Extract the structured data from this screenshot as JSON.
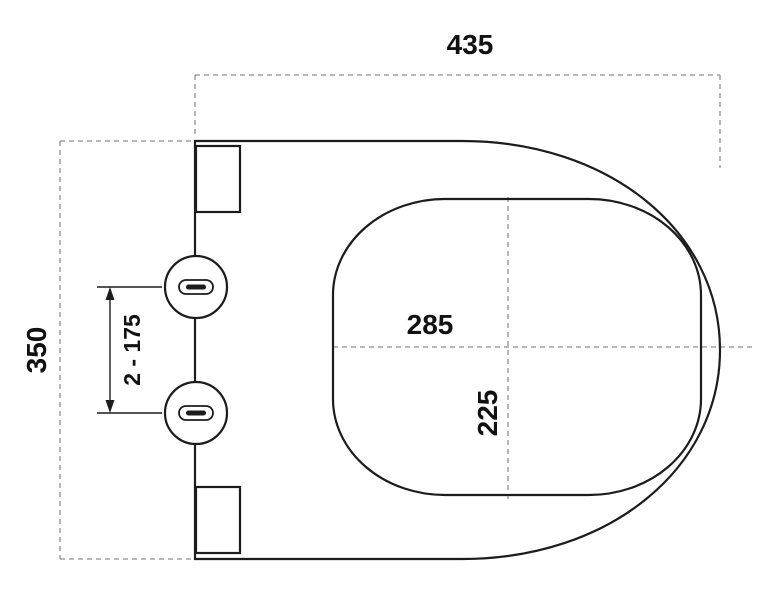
{
  "diagram": {
    "type": "technical-drawing",
    "subject": "toilet-seat-top-view",
    "labels": {
      "overall_width": "435",
      "overall_depth": "350",
      "hinge_hole_spacing": "2 - 175",
      "inner_width": "285",
      "inner_depth": "225"
    },
    "colors": {
      "outline": "#1c1c1c",
      "dimension_line": "#8f8f8f",
      "text": "#111111",
      "background": "#ffffff"
    }
  }
}
